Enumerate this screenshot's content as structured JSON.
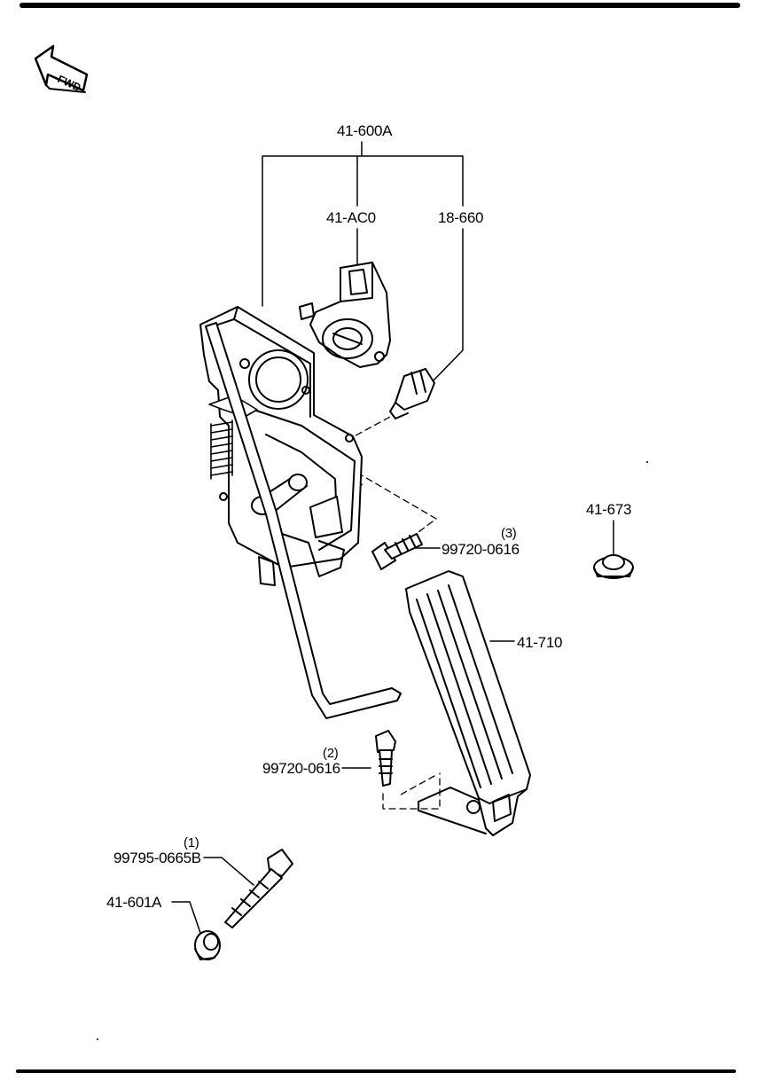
{
  "diagram": {
    "fwd_indicator": {
      "text": "FWD",
      "icon": "fwd-arrow-icon"
    },
    "callouts": {
      "assembly": "41-600A",
      "sensor": "41-AC0",
      "switch": "18-660",
      "bolt_3_qty": "(3)",
      "bolt_3_part": "99720-0616",
      "stopper": "41-673",
      "pedal_pad": "41-710",
      "bolt_2_qty": "(2)",
      "bolt_2_part": "99720-0616",
      "bolt_1_qty": "(1)",
      "bolt_1_part": "99795-0665B",
      "bushing": "41-601A"
    },
    "colors": {
      "line": "#000000",
      "background": "#ffffff"
    }
  }
}
